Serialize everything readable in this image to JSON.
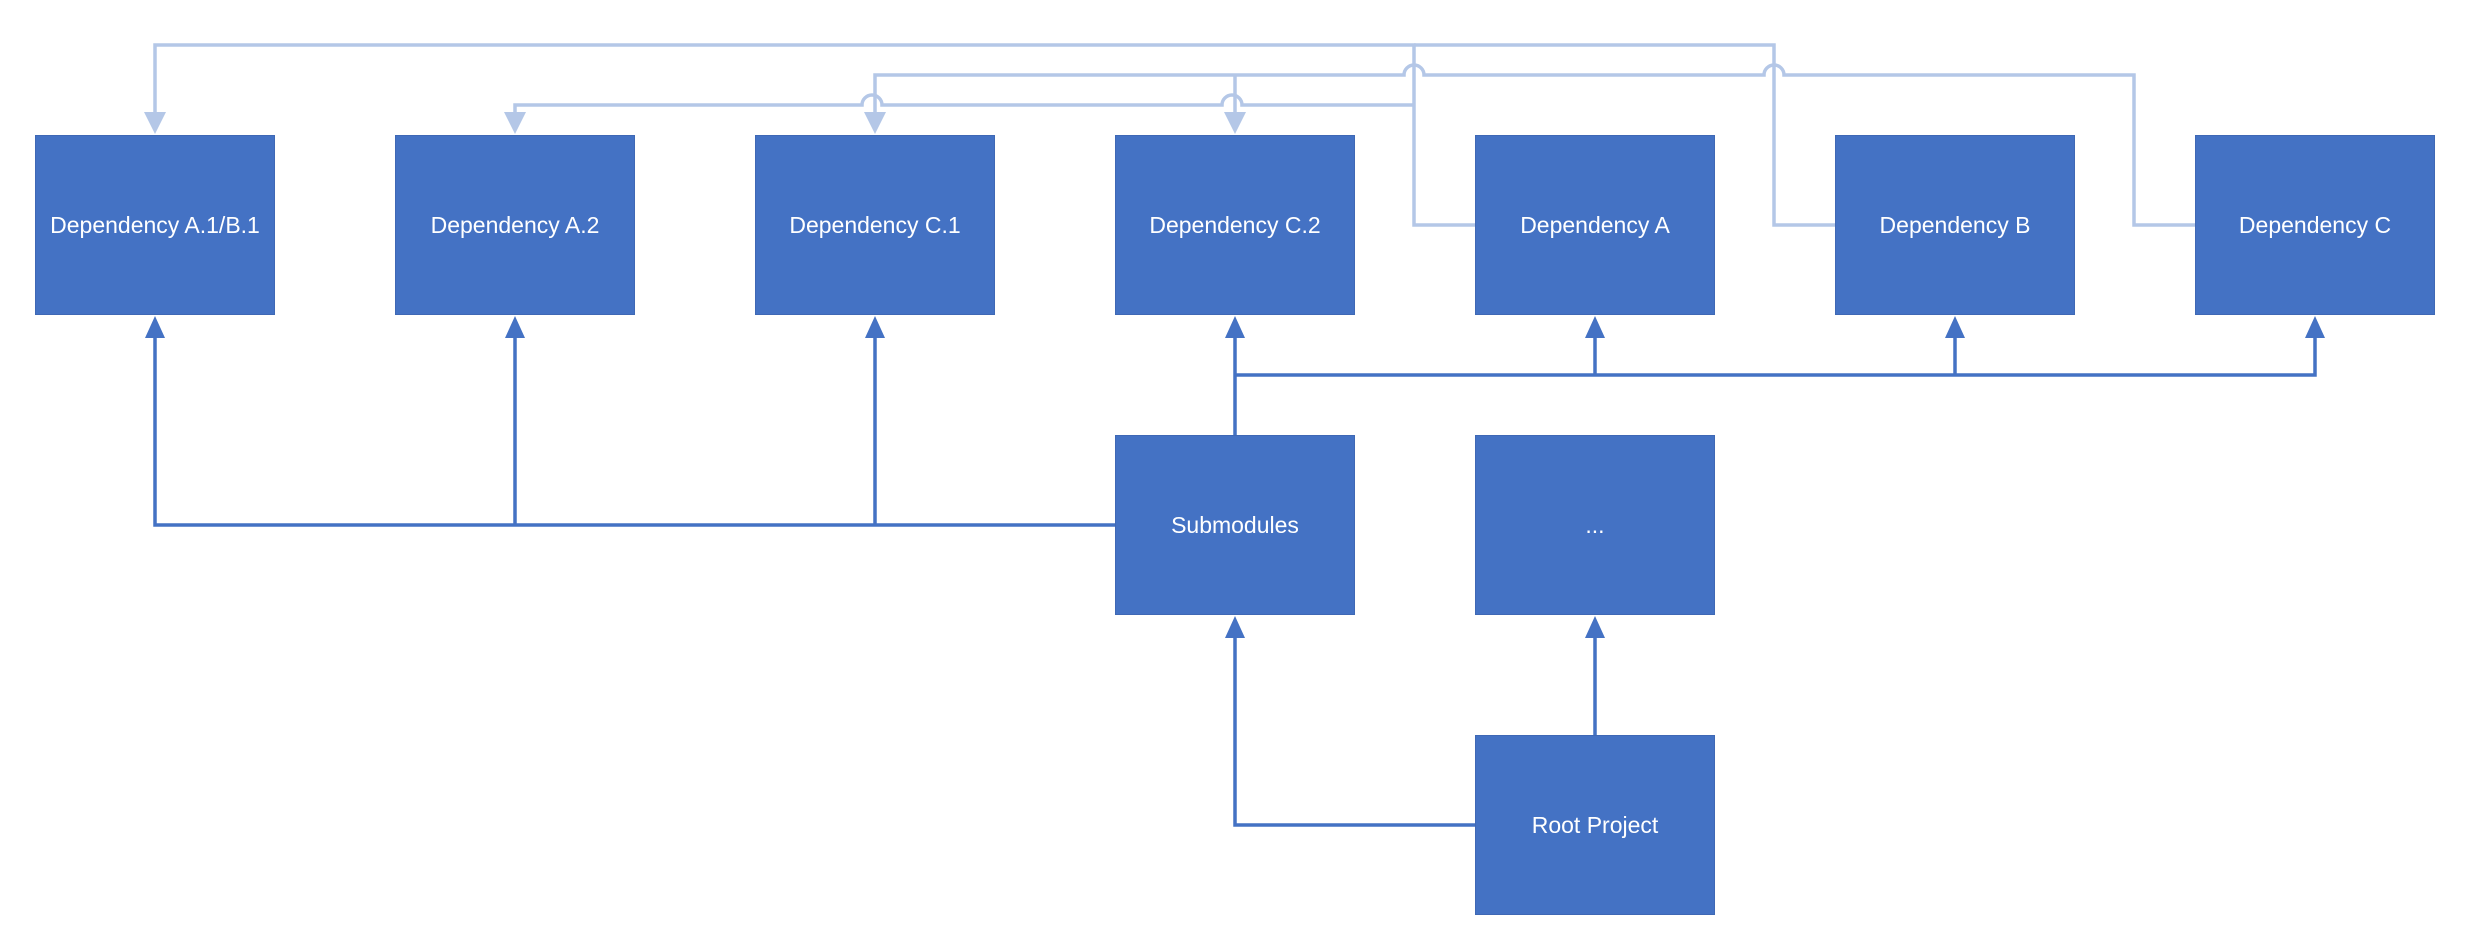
{
  "diagram": {
    "nodes": {
      "dep_ab1": "Dependency A.1/B.1",
      "dep_a2": "Dependency A.2",
      "dep_c1": "Dependency C.1",
      "dep_c2": "Dependency C.2",
      "dep_a": "Dependency A",
      "dep_b": "Dependency B",
      "dep_c": "Dependency C",
      "submodules": "Submodules",
      "ellipsis": "...",
      "root": "Root Project"
    },
    "edges": [
      {
        "from": "root",
        "to": "submodules",
        "style": "primary"
      },
      {
        "from": "root",
        "to": "ellipsis",
        "style": "primary"
      },
      {
        "from": "submodules",
        "to": "dep_ab1",
        "style": "primary"
      },
      {
        "from": "submodules",
        "to": "dep_a2",
        "style": "primary"
      },
      {
        "from": "submodules",
        "to": "dep_c1",
        "style": "primary"
      },
      {
        "from": "submodules",
        "to": "dep_c2",
        "style": "primary"
      },
      {
        "from": "submodules",
        "to": "dep_a",
        "style": "primary"
      },
      {
        "from": "submodules",
        "to": "dep_b",
        "style": "primary"
      },
      {
        "from": "submodules",
        "to": "dep_c",
        "style": "primary"
      },
      {
        "from": "dep_a",
        "to": "dep_ab1",
        "style": "secondary"
      },
      {
        "from": "dep_a",
        "to": "dep_a2",
        "style": "secondary"
      },
      {
        "from": "dep_b",
        "to": "dep_ab1",
        "style": "secondary"
      },
      {
        "from": "dep_c",
        "to": "dep_c1",
        "style": "secondary"
      },
      {
        "from": "dep_c",
        "to": "dep_c2",
        "style": "secondary"
      }
    ],
    "colors": {
      "node_fill": "#4472c4",
      "node_text": "#ffffff",
      "primary_connector": "#4472c4",
      "secondary_connector": "#b4c7e7"
    }
  }
}
